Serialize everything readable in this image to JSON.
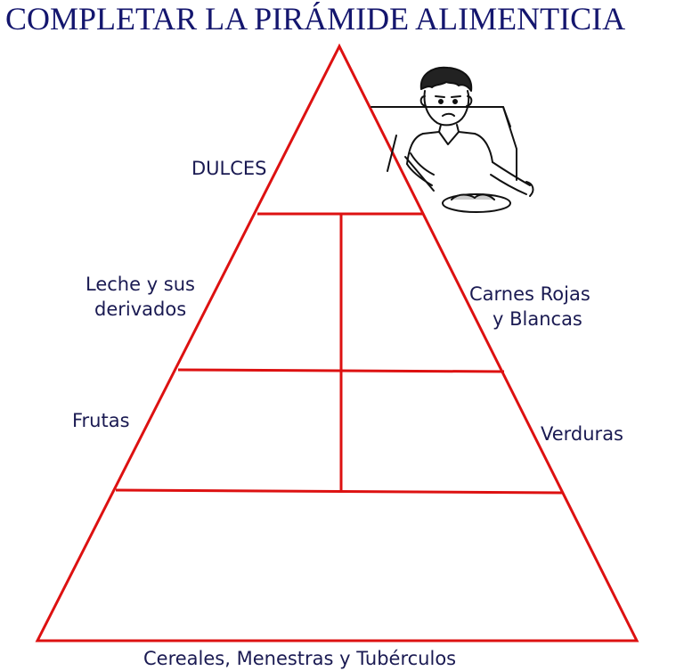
{
  "title": "COMPLETAR LA PIRÁMIDE ALIMENTICIA",
  "labels": {
    "dulces": "DULCES",
    "leche_line1": "Leche y sus",
    "leche_line2": "derivados",
    "carnes_line1": "Carnes Rojas",
    "carnes_line2": "y Blancas",
    "frutas": "Frutas",
    "verduras": "Verduras",
    "cereales": "Cereales, Menestras y Tubérculos"
  },
  "colors": {
    "pyramid_lines": "#dd1111",
    "title_text": "#14166e",
    "label_text": "#1a1a52"
  },
  "illustration": {
    "icon": "boy-eating-at-table-drawing"
  }
}
